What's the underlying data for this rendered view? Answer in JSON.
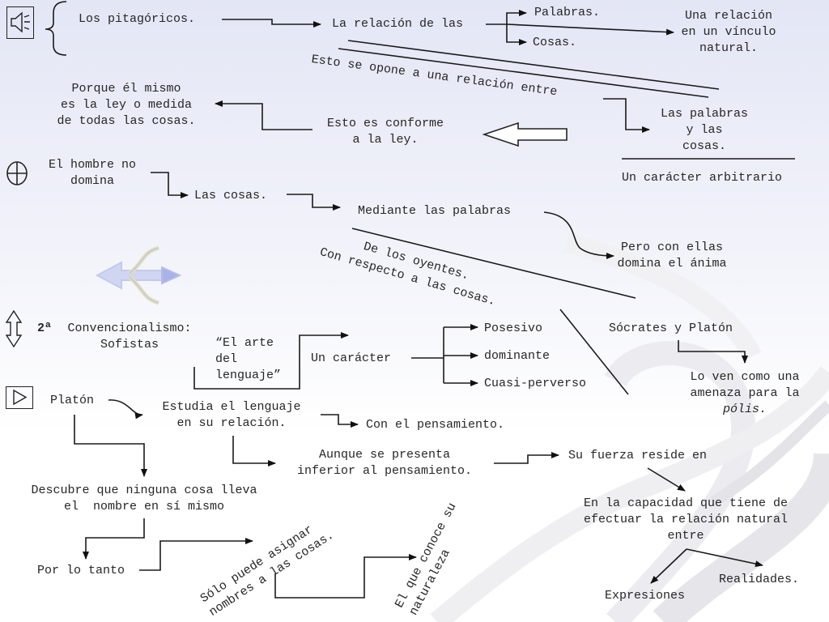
{
  "texts": {
    "pitagoricos": "Los pitagóricos.",
    "relacion_de_las": "La relación de las",
    "palabras_top": "Palabras.",
    "cosas_top": "Cosas.",
    "vinculo_natural": "Una relación\nen un vínculo\nnatural.",
    "se_opone": "Esto se opone a una relación entre",
    "porque_el": "Porque él mismo\nes la ley o medida\nde todas las cosas.",
    "conforme": "Esto es conforme\na la ley.",
    "las_palabras_y_las_cosas": "Las palabras\ny las\ncosas.",
    "arbitrario": "Un carácter arbitrario",
    "hombre_no_domina": "El hombre no\ndomina",
    "las_cosas": "Las cosas.",
    "mediante": "Mediante las palabras",
    "pero_con_ellas": "Pero con ellas\ndomina el ánima",
    "de_los_oyentes": "De los oyentes.",
    "con_respecto": "Con respecto a las cosas.",
    "convencionalismo_num": "2ª",
    "convencionalismo": "Convencionalismo:\nSofistas",
    "el_arte": "“El arte\ndel\nlenguaje”",
    "un_caracter": "Un carácter",
    "posesivo": "Posesivo",
    "dominante": "dominante",
    "cuasi_perverso": "Cuasi-perverso",
    "socrates_platon": "Sócrates y Platón",
    "lo_ven_1": "Lo ven como una",
    "lo_ven_2": "amenaza para la",
    "lo_ven_3": "pólis.",
    "platon": "Platón",
    "estudia": "Estudia el lenguaje\nen su relación.",
    "con_pensamiento": "Con el pensamiento.",
    "aunque": "Aunque se presenta\ninferior al pensamiento.",
    "su_fuerza": "Su fuerza reside en",
    "descubre": "Descubre que ninguna cosa lleva\nel  nombre en sí mismo",
    "capacidad": "En la capacidad que tiene de\nefectuar la relación natural\nentre",
    "por_lo_tanto": "Por lo tanto",
    "solo_puede": "Sólo puede asignar\nnombres a las cosas.",
    "el_que_conoce": "El que conoce su\nnaturaleza",
    "realidades": "Realidades.",
    "expresiones": "Expresiones"
  },
  "icons": {
    "sound": "speaker-icon",
    "crosshair": "crosshair-icon",
    "updown": "up-down-arrow-icon",
    "play": "play-icon",
    "decor": "triple-arrow-icon",
    "hollow_arrow": "hollow-left-arrow-icon"
  },
  "colors": {
    "ink": "#262626",
    "bg_top": "#e3e6f5",
    "decor_arrow": "#c9cdf0"
  }
}
